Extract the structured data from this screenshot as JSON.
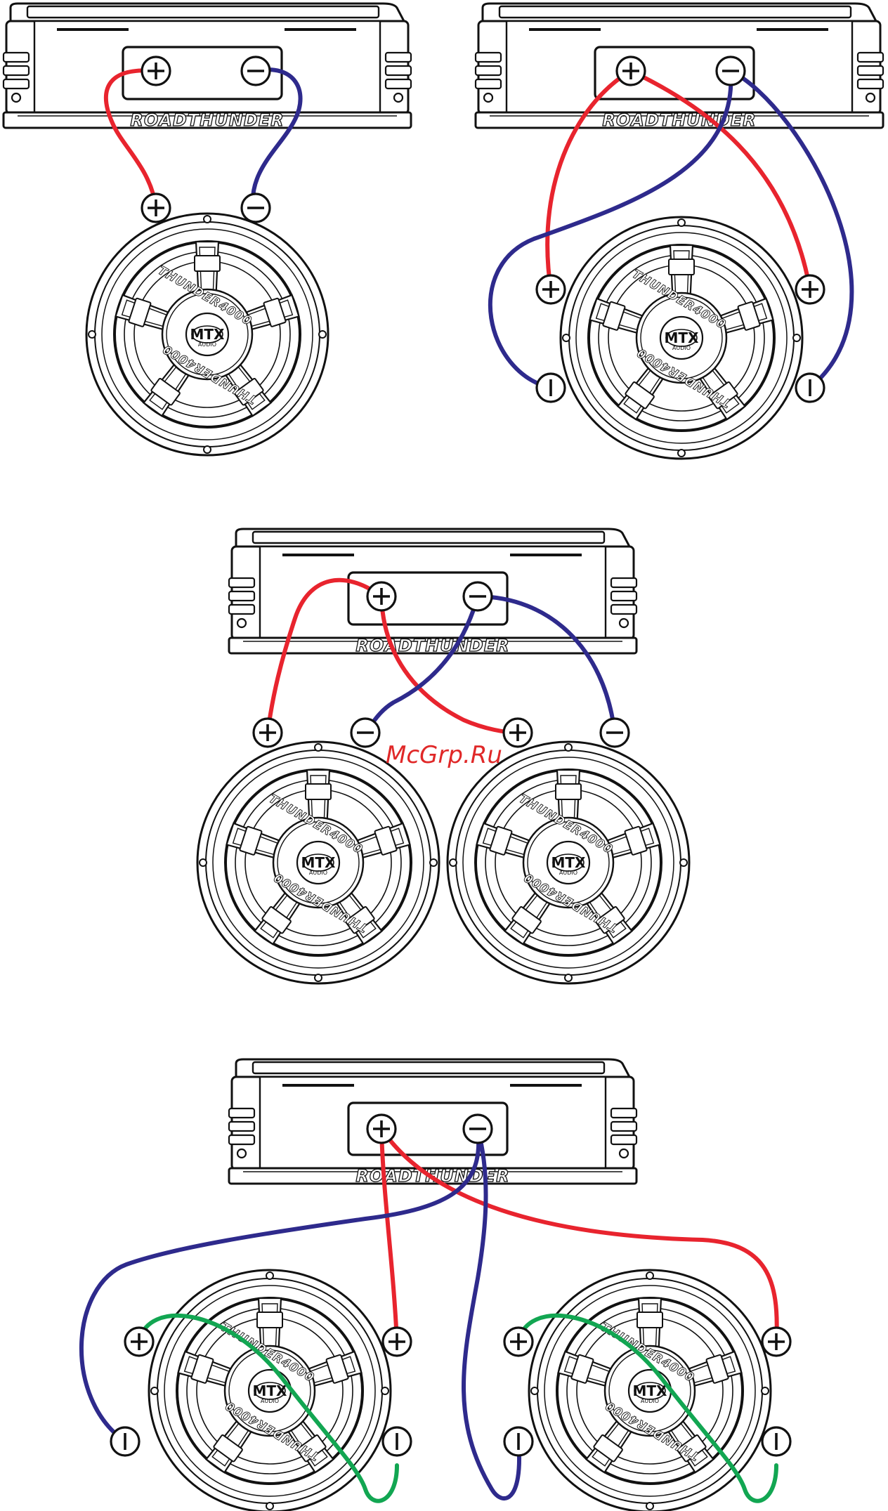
{
  "amplifier_brand": "ROADTHUNDER",
  "woofer_model": "THUNDER4000",
  "woofer_logo": "MTX",
  "woofer_logo_sub": "AUDIO",
  "watermark": "McGrp.Ru",
  "colors": {
    "positive_wire": "#e8242e",
    "negative_wire": "#2e2a8c",
    "jumper_wire": "#12a652",
    "outline": "#111111",
    "watermark": "#e02828"
  },
  "terminal_icons": {
    "positive": "plus-circle-icon",
    "negative": "minus-circle-icon",
    "voice_coil_negative": "bar-circle-icon"
  }
}
